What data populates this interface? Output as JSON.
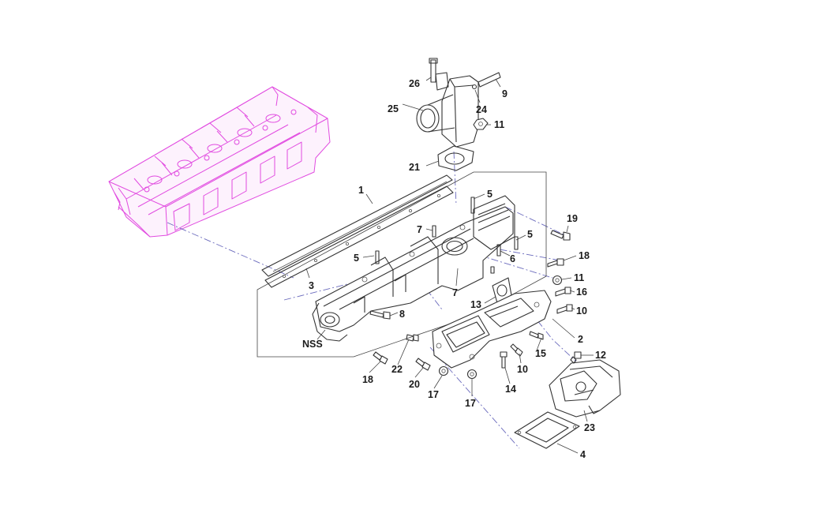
{
  "colors": {
    "cylinder_head": "#e14be0",
    "line_art": "#333333",
    "reference_line": "#6b6bbd",
    "background": "#ffffff"
  },
  "callouts": {
    "c1": "1",
    "c2": "2",
    "c3": "3",
    "c4": "4",
    "c5a": "5",
    "c5b": "5",
    "c5c": "5",
    "c6": "6",
    "c7a": "7",
    "c7b": "7",
    "c8": "8",
    "c9": "9",
    "c10a": "10",
    "c10b": "10",
    "c11a": "11",
    "c11b": "11",
    "c12": "12",
    "c13": "13",
    "c14": "14",
    "c15": "15",
    "c16": "16",
    "c17a": "17",
    "c17b": "17",
    "c18a": "18",
    "c18b": "18",
    "c19": "19",
    "c20": "20",
    "c21": "21",
    "c22": "22",
    "c23": "23",
    "c24": "24",
    "c25": "25",
    "c26": "26",
    "nss": "NSS"
  }
}
